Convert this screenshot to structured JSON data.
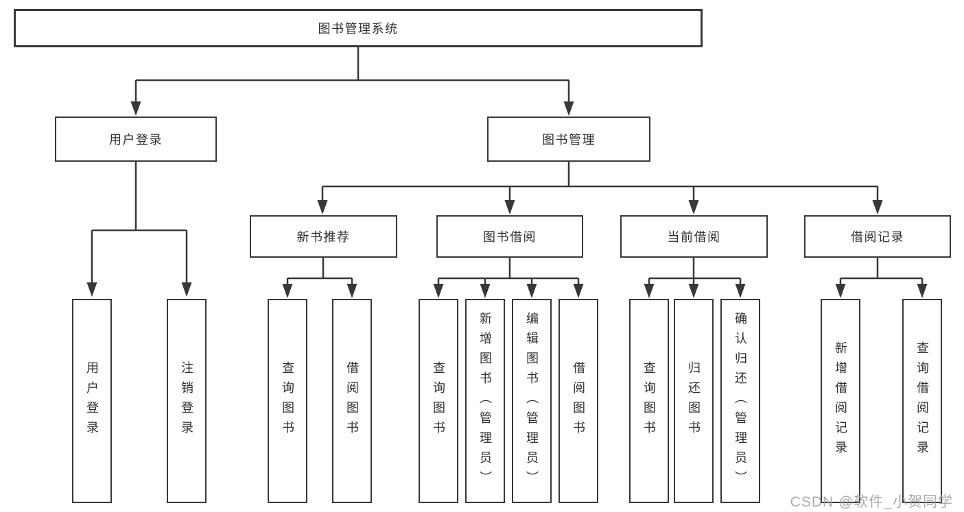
{
  "diagram": {
    "root": {
      "label": "图书管理系统"
    },
    "level1": [
      {
        "id": "user-login",
        "label": "用户登录"
      },
      {
        "id": "book-management",
        "label": "图书管理"
      }
    ],
    "level2": [
      {
        "id": "new-book-recommend",
        "label": "新书推荐",
        "parent": "图书管理"
      },
      {
        "id": "book-borrow",
        "label": "图书借阅",
        "parent": "图书管理"
      },
      {
        "id": "current-borrow",
        "label": "当前借阅",
        "parent": "图书管理"
      },
      {
        "id": "borrow-records",
        "label": "借阅记录",
        "parent": "图书管理"
      }
    ],
    "leaves": [
      {
        "id": "leaf-user-login",
        "label": "用户登录",
        "parent": "用户登录"
      },
      {
        "id": "leaf-logout",
        "label": "注销登录",
        "parent": "用户登录"
      },
      {
        "id": "leaf-query-book-recommend",
        "label": "查询图书",
        "parent": "新书推荐"
      },
      {
        "id": "leaf-borrow-book-recommend",
        "label": "借阅图书",
        "parent": "新书推荐"
      },
      {
        "id": "leaf-query-book-borrow",
        "label": "查询图书",
        "parent": "图书借阅"
      },
      {
        "id": "leaf-add-book-admin",
        "label": "新增图书（管理员）",
        "parent": "图书借阅"
      },
      {
        "id": "leaf-edit-book-admin",
        "label": "编辑图书（管理员）",
        "parent": "图书借阅"
      },
      {
        "id": "leaf-borrow-book",
        "label": "借阅图书",
        "parent": "图书借阅"
      },
      {
        "id": "leaf-query-book-current",
        "label": "查询图书",
        "parent": "当前借阅"
      },
      {
        "id": "leaf-return-book",
        "label": "归还图书",
        "parent": "当前借阅"
      },
      {
        "id": "leaf-confirm-return-admin",
        "label": "确认归还（管理员）",
        "parent": "当前借阅"
      },
      {
        "id": "leaf-add-borrow-record",
        "label": "新增借阅记录",
        "parent": "借阅记录"
      },
      {
        "id": "leaf-query-borrow-record",
        "label": "查询借阅记录",
        "parent": "借阅记录"
      }
    ]
  },
  "watermark": {
    "text": "CSDN @软件_小贺同学"
  },
  "colors": {
    "line": "#383838",
    "box_border": "#383838",
    "text": "#2f2f2f",
    "watermark": "#a3a3a3",
    "background": "#ffffff"
  }
}
